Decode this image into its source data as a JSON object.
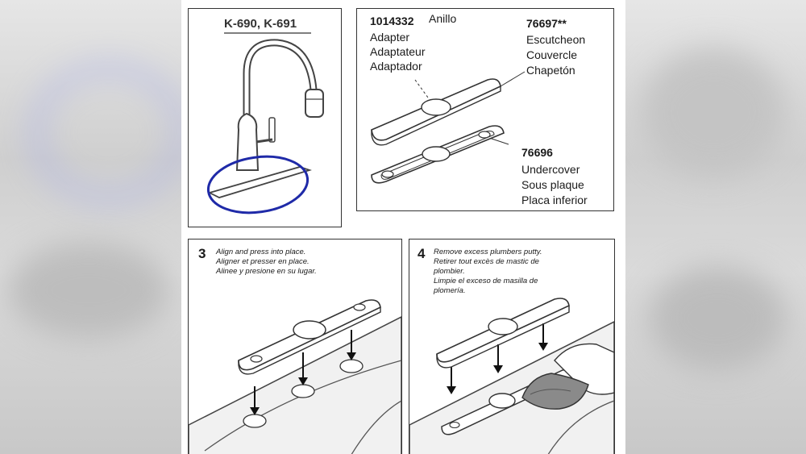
{
  "panel_faucet": {
    "model": "K-690, K-691",
    "highlight_color": "#1f2aa8"
  },
  "panel_parts": {
    "ring": {
      "number": "1014332",
      "name": "Anillo"
    },
    "adapter": {
      "lines": [
        "Adapter",
        "Adaptateur",
        "Adaptador"
      ]
    },
    "escutcheon": {
      "number": "76697**",
      "lines": [
        "Escutcheon",
        "Couvercle",
        "Chapetón"
      ]
    },
    "undercover": {
      "number": "76696",
      "lines": [
        "Undercover",
        "Sous plaque",
        "Placa inferior"
      ]
    }
  },
  "step3": {
    "number": "3",
    "lines": [
      "Align and press into place.",
      "Aligner et presser en place.",
      "Alinee y presione en su lugar."
    ]
  },
  "step4": {
    "number": "4",
    "lines": [
      "Remove excess plumbers putty.",
      "Retirer tout excès de mastic de",
      "plombier.",
      "Limpie el exceso de masilla de",
      "plomería."
    ]
  }
}
